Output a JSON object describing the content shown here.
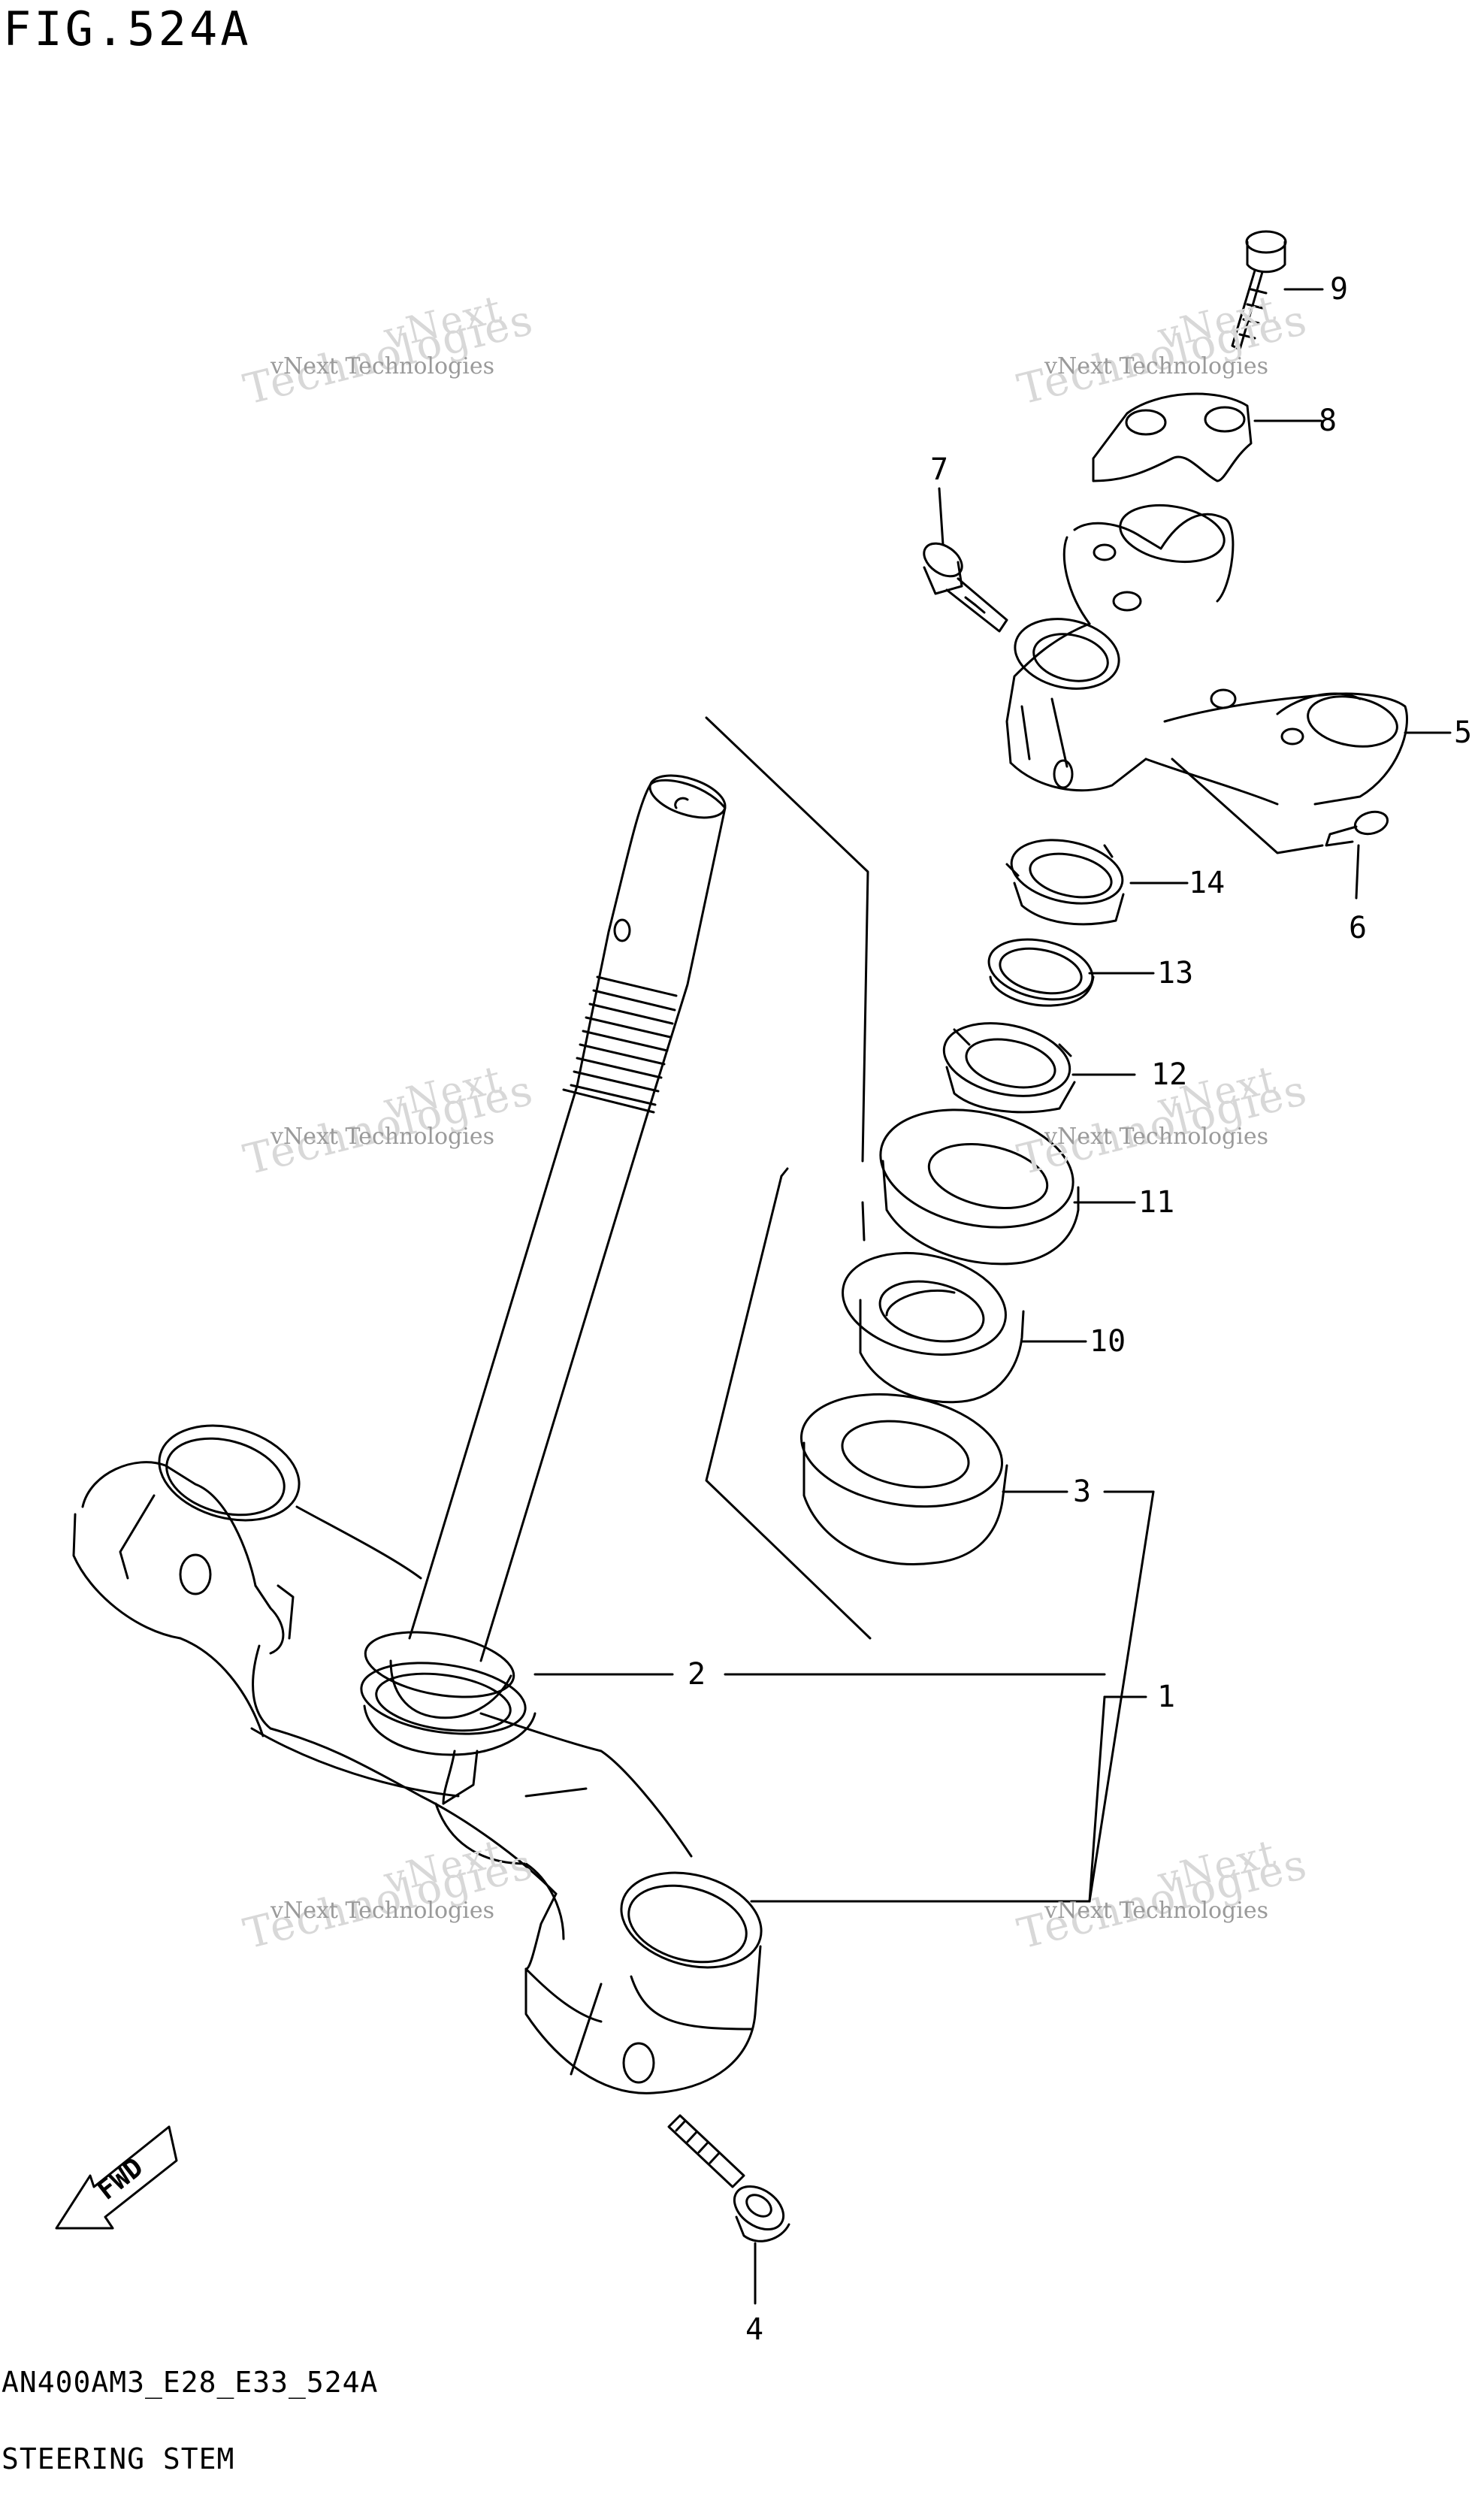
{
  "figure": {
    "title": "FIG.524A",
    "code": "AN400AM3_E28_E33_524A",
    "subtitle": "STEERING STEM",
    "fwd_label": "FWD"
  },
  "watermark": {
    "line_small": "vNext Technologies",
    "line_large": "Technologies",
    "line_top": "vNext"
  },
  "callouts": [
    "1",
    "2",
    "3",
    "4",
    "5",
    "6",
    "7",
    "8",
    "9",
    "10",
    "11",
    "12",
    "13",
    "14"
  ]
}
